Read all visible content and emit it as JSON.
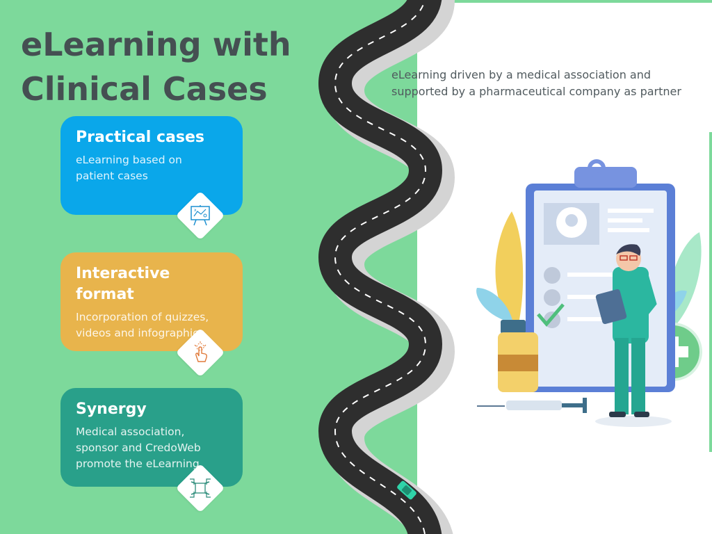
{
  "title": {
    "line1": "eLearning with",
    "line2": "Clinical Cases"
  },
  "subtitle": "eLearning driven by a medical association and supported by a pharmaceutical company as partner",
  "cards": [
    {
      "heading": "Practical cases",
      "text": "eLearning based on patient cases",
      "icon": "presentation-board-icon",
      "color": "#0aa7ea"
    },
    {
      "heading": "Interactive format",
      "text": "Incorporation of quizzes, videos and infographics",
      "icon": "touch-tap-icon",
      "color": "#e8b44c"
    },
    {
      "heading": "Synergy",
      "text": "Medical association, sponsor and CredoWeb promote the eLearning",
      "icon": "hands-collaboration-icon",
      "color": "#29a08a"
    }
  ],
  "colors": {
    "background": "#7dd99b",
    "road": "#2e2e2e",
    "road_marking": "#ffffff",
    "title": "#454f52"
  },
  "illustration": "doctor-with-clipboard-illustration"
}
